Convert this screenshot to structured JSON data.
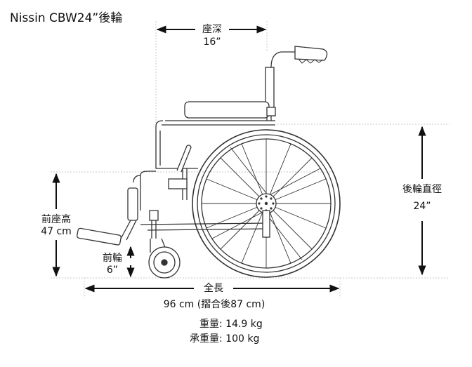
{
  "title": "Nissin CBW24”後輪",
  "dimensions": {
    "seat_depth": {
      "label": "座深",
      "value": "16”"
    },
    "rear_wheel_diameter": {
      "label": "後輪直徑",
      "value": "24”"
    },
    "front_seat_height": {
      "label": "前座高",
      "value": "47 cm"
    },
    "front_wheel": {
      "label": "前輪",
      "value": "6”"
    },
    "overall_length": {
      "label": "全長",
      "value": "96 cm (摺合後87 cm)"
    }
  },
  "specs": [
    {
      "label": "重量",
      "value": "14.9 kg"
    },
    {
      "label": "承重量",
      "value": "100 kg"
    }
  ],
  "colors": {
    "ink": "#111111",
    "guide": "#c8c8c8",
    "background": "#ffffff"
  }
}
